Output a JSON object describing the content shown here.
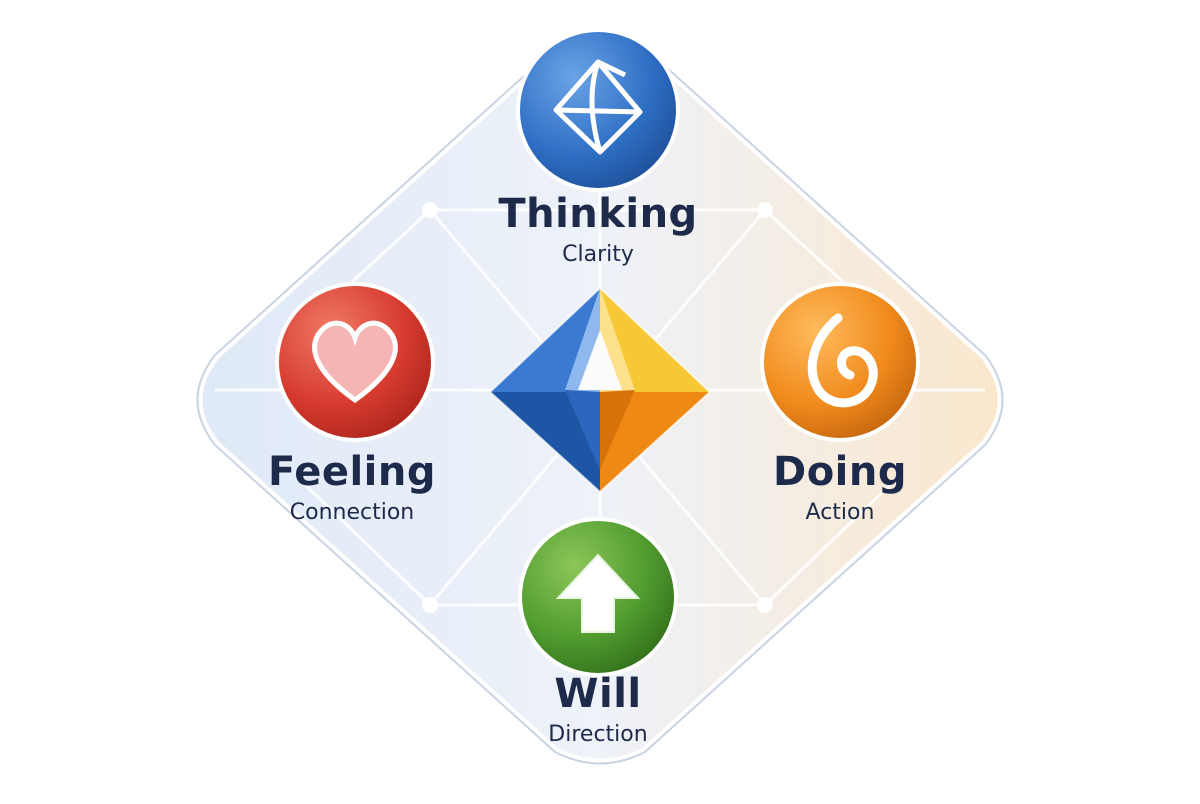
{
  "nodes": {
    "thinking": {
      "title": "Thinking",
      "subtitle": "Clarity",
      "color": "#2f6fc4",
      "icon": "pyramid-icon"
    },
    "feeling": {
      "title": "Feeling",
      "subtitle": "Connection",
      "color": "#d63a2e",
      "icon": "heart-icon"
    },
    "doing": {
      "title": "Doing",
      "subtitle": "Action",
      "color": "#f08a1c",
      "icon": "flame-icon"
    },
    "will": {
      "title": "Will",
      "subtitle": "Direction",
      "color": "#4f9a2e",
      "icon": "up-arrow-icon"
    }
  },
  "center": {
    "icon": "gem-icon",
    "colors": [
      "#2f6fc4",
      "#f5c02a",
      "#f08a1c",
      "#1e4f9a"
    ]
  }
}
